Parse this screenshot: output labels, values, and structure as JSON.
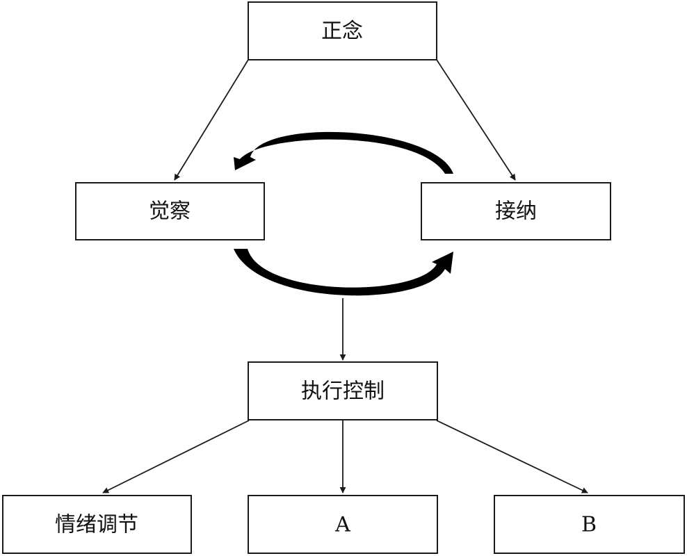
{
  "nodes": {
    "mindfulness": {
      "label": "正念"
    },
    "awareness": {
      "label": "觉察"
    },
    "acceptance": {
      "label": "接纳"
    },
    "executive_control": {
      "label": "执行控制"
    },
    "emotion_regulation": {
      "label": "情绪调节"
    },
    "a": {
      "label": "A"
    },
    "b": {
      "label": "B"
    }
  },
  "colors": {
    "stroke": "#1a1a1a",
    "cycle_arrow": "#000000",
    "background": "#ffffff"
  }
}
